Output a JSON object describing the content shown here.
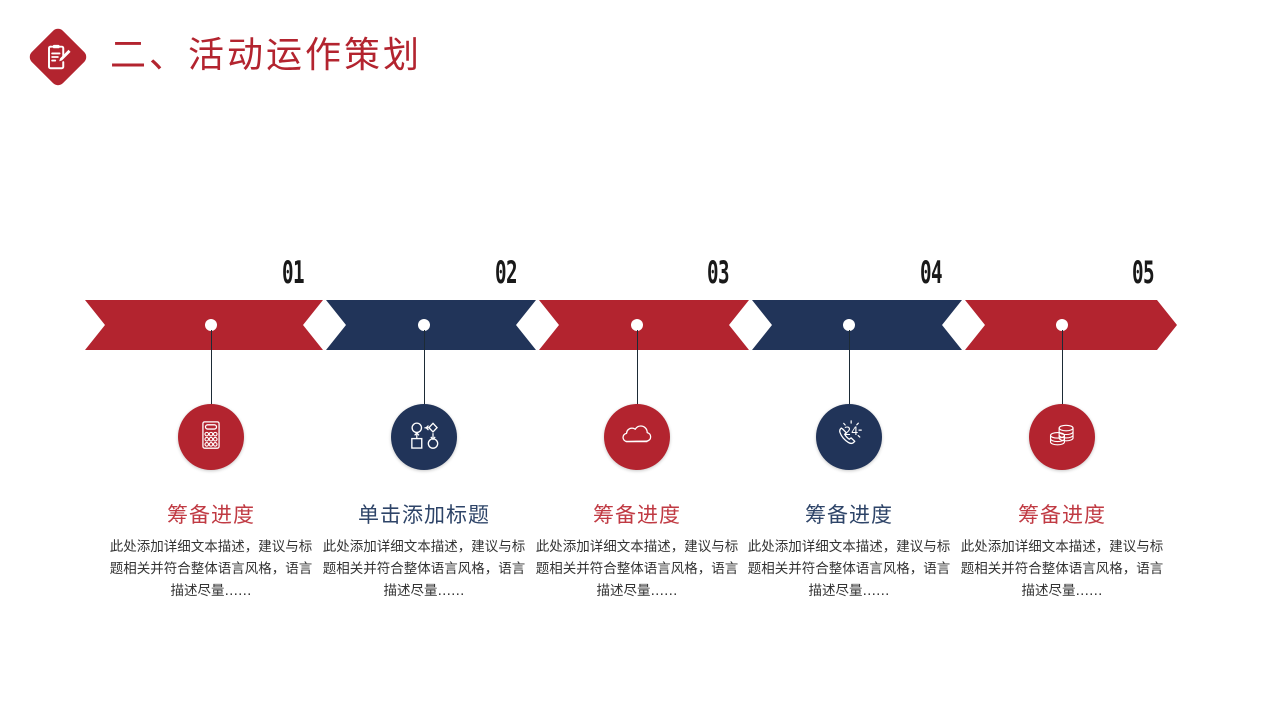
{
  "header": {
    "title": "二、活动运作策划",
    "badge_icon": "clipboard-pen-icon",
    "accent_red": "#b3242f",
    "accent_navy": "#213459"
  },
  "timeline": {
    "steps": [
      {
        "number": "01",
        "color": "red",
        "icon": "calculator-icon",
        "title": "筹备进度",
        "title_color": "#c03a43",
        "body": "此处添加详细文本描述，建议与标题相关并符合整体语言风格，语言描述尽量……"
      },
      {
        "number": "02",
        "color": "navy",
        "icon": "flowchart-icon",
        "title": "单击添加标题",
        "title_color": "#2e4468",
        "body": "此处添加详细文本描述，建议与标题相关并符合整体语言风格，语言描述尽量……"
      },
      {
        "number": "03",
        "color": "red",
        "icon": "cloud-icon",
        "title": "筹备进度",
        "title_color": "#c03a43",
        "body": "此处添加详细文本描述，建议与标题相关并符合整体语言风格，语言描述尽量……"
      },
      {
        "number": "04",
        "color": "navy",
        "icon": "phone-24h-support-icon",
        "title": "筹备进度",
        "title_color": "#2e4468",
        "body": "此处添加详细文本描述，建议与标题相关并符合整体语言风格，语言描述尽量……"
      },
      {
        "number": "05",
        "color": "red",
        "icon": "coins-stack-icon",
        "title": "筹备进度",
        "title_color": "#c03a43",
        "body": "此处添加详细文本描述，建议与标题相关并符合整体语言风格，语言描述尽量……"
      }
    ]
  }
}
